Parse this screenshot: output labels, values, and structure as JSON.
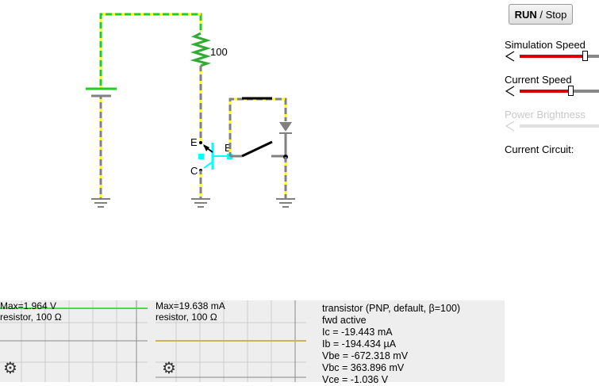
{
  "toolbar": {
    "run_label": "RUN",
    "stop_label": " / Stop"
  },
  "controls": {
    "simulation_speed": {
      "label": "Simulation Speed",
      "level": 0.82
    },
    "current_speed": {
      "label": "Current Speed",
      "level": 0.64
    },
    "power_brightness": {
      "label": "Power Brightness",
      "level": 0.0,
      "disabled": true
    },
    "current_circuit_label": "Current Circuit:"
  },
  "circuit": {
    "resistor_label": "100",
    "emitter_label": "E",
    "collector_label": "C",
    "base_label": "B"
  },
  "scopes": [
    {
      "max_label": "Max=1.964 V",
      "name_label": "resistor, 100 Ω",
      "trace_color": "#44dd44"
    },
    {
      "max_label": "Max=19.638 mA",
      "name_label": "resistor, 100 Ω",
      "trace_color": "#c8b45a"
    }
  ],
  "info_lines": [
    "transistor (PNP, default, β=100)",
    "fwd active",
    "Ic = -19.443 mA",
    "Ib = -194.434 µA",
    "Vbe = -672.318 mV",
    "Vbc = 363.896 mV",
    "Vce = -1.036 V"
  ],
  "colors": {
    "wire": "#808080",
    "wire_high": "#22cc22",
    "current_dots": "#ffff00",
    "transistor": "#00ffff",
    "slider_fill": "#dd0000",
    "scope_bg": "#eeeeee"
  }
}
